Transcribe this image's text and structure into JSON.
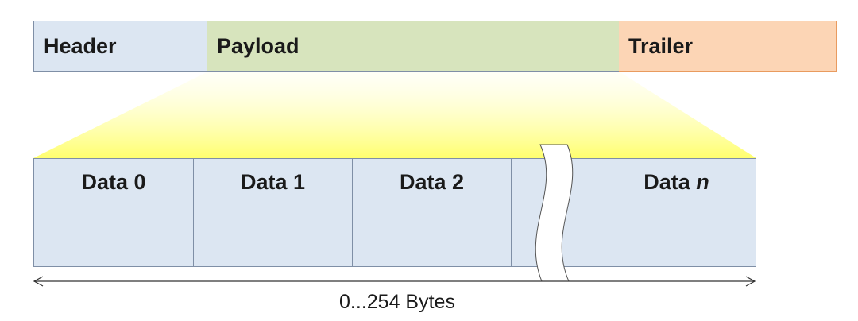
{
  "frame": {
    "header_label": "Header",
    "payload_label": "Payload",
    "trailer_label": "Trailer"
  },
  "payload_fields": [
    "Data 0",
    "Data 1",
    "Data 2",
    ""
  ],
  "last_field": {
    "prefix": "Data ",
    "suffix_italic": "n"
  },
  "size_label": "0...254 Bytes",
  "colors": {
    "header": "#dce6f2",
    "payload": "#d7e4bd",
    "trailer": "#fcd5b5",
    "data_fields": "#dce6f2",
    "expansion_highlight": "#ffff80"
  }
}
